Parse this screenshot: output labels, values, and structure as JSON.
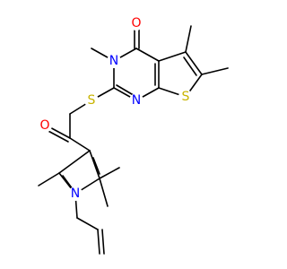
{
  "molecule": {
    "atoms": {
      "oxygen_carbonyl_top": {
        "label": "O",
        "color": "#ff0000"
      },
      "nitrogen_n3": {
        "label": "N",
        "color": "#0000ff"
      },
      "nitrogen_n1": {
        "label": "N",
        "color": "#0000ff"
      },
      "sulfur_thiophene": {
        "label": "S",
        "color": "#c8b400"
      },
      "sulfur_thioether": {
        "label": "S",
        "color": "#c8b400"
      },
      "oxygen_ketone": {
        "label": "O",
        "color": "#ff0000"
      },
      "nitrogen_pyrrole": {
        "label": "N",
        "color": "#0000ff"
      }
    }
  }
}
